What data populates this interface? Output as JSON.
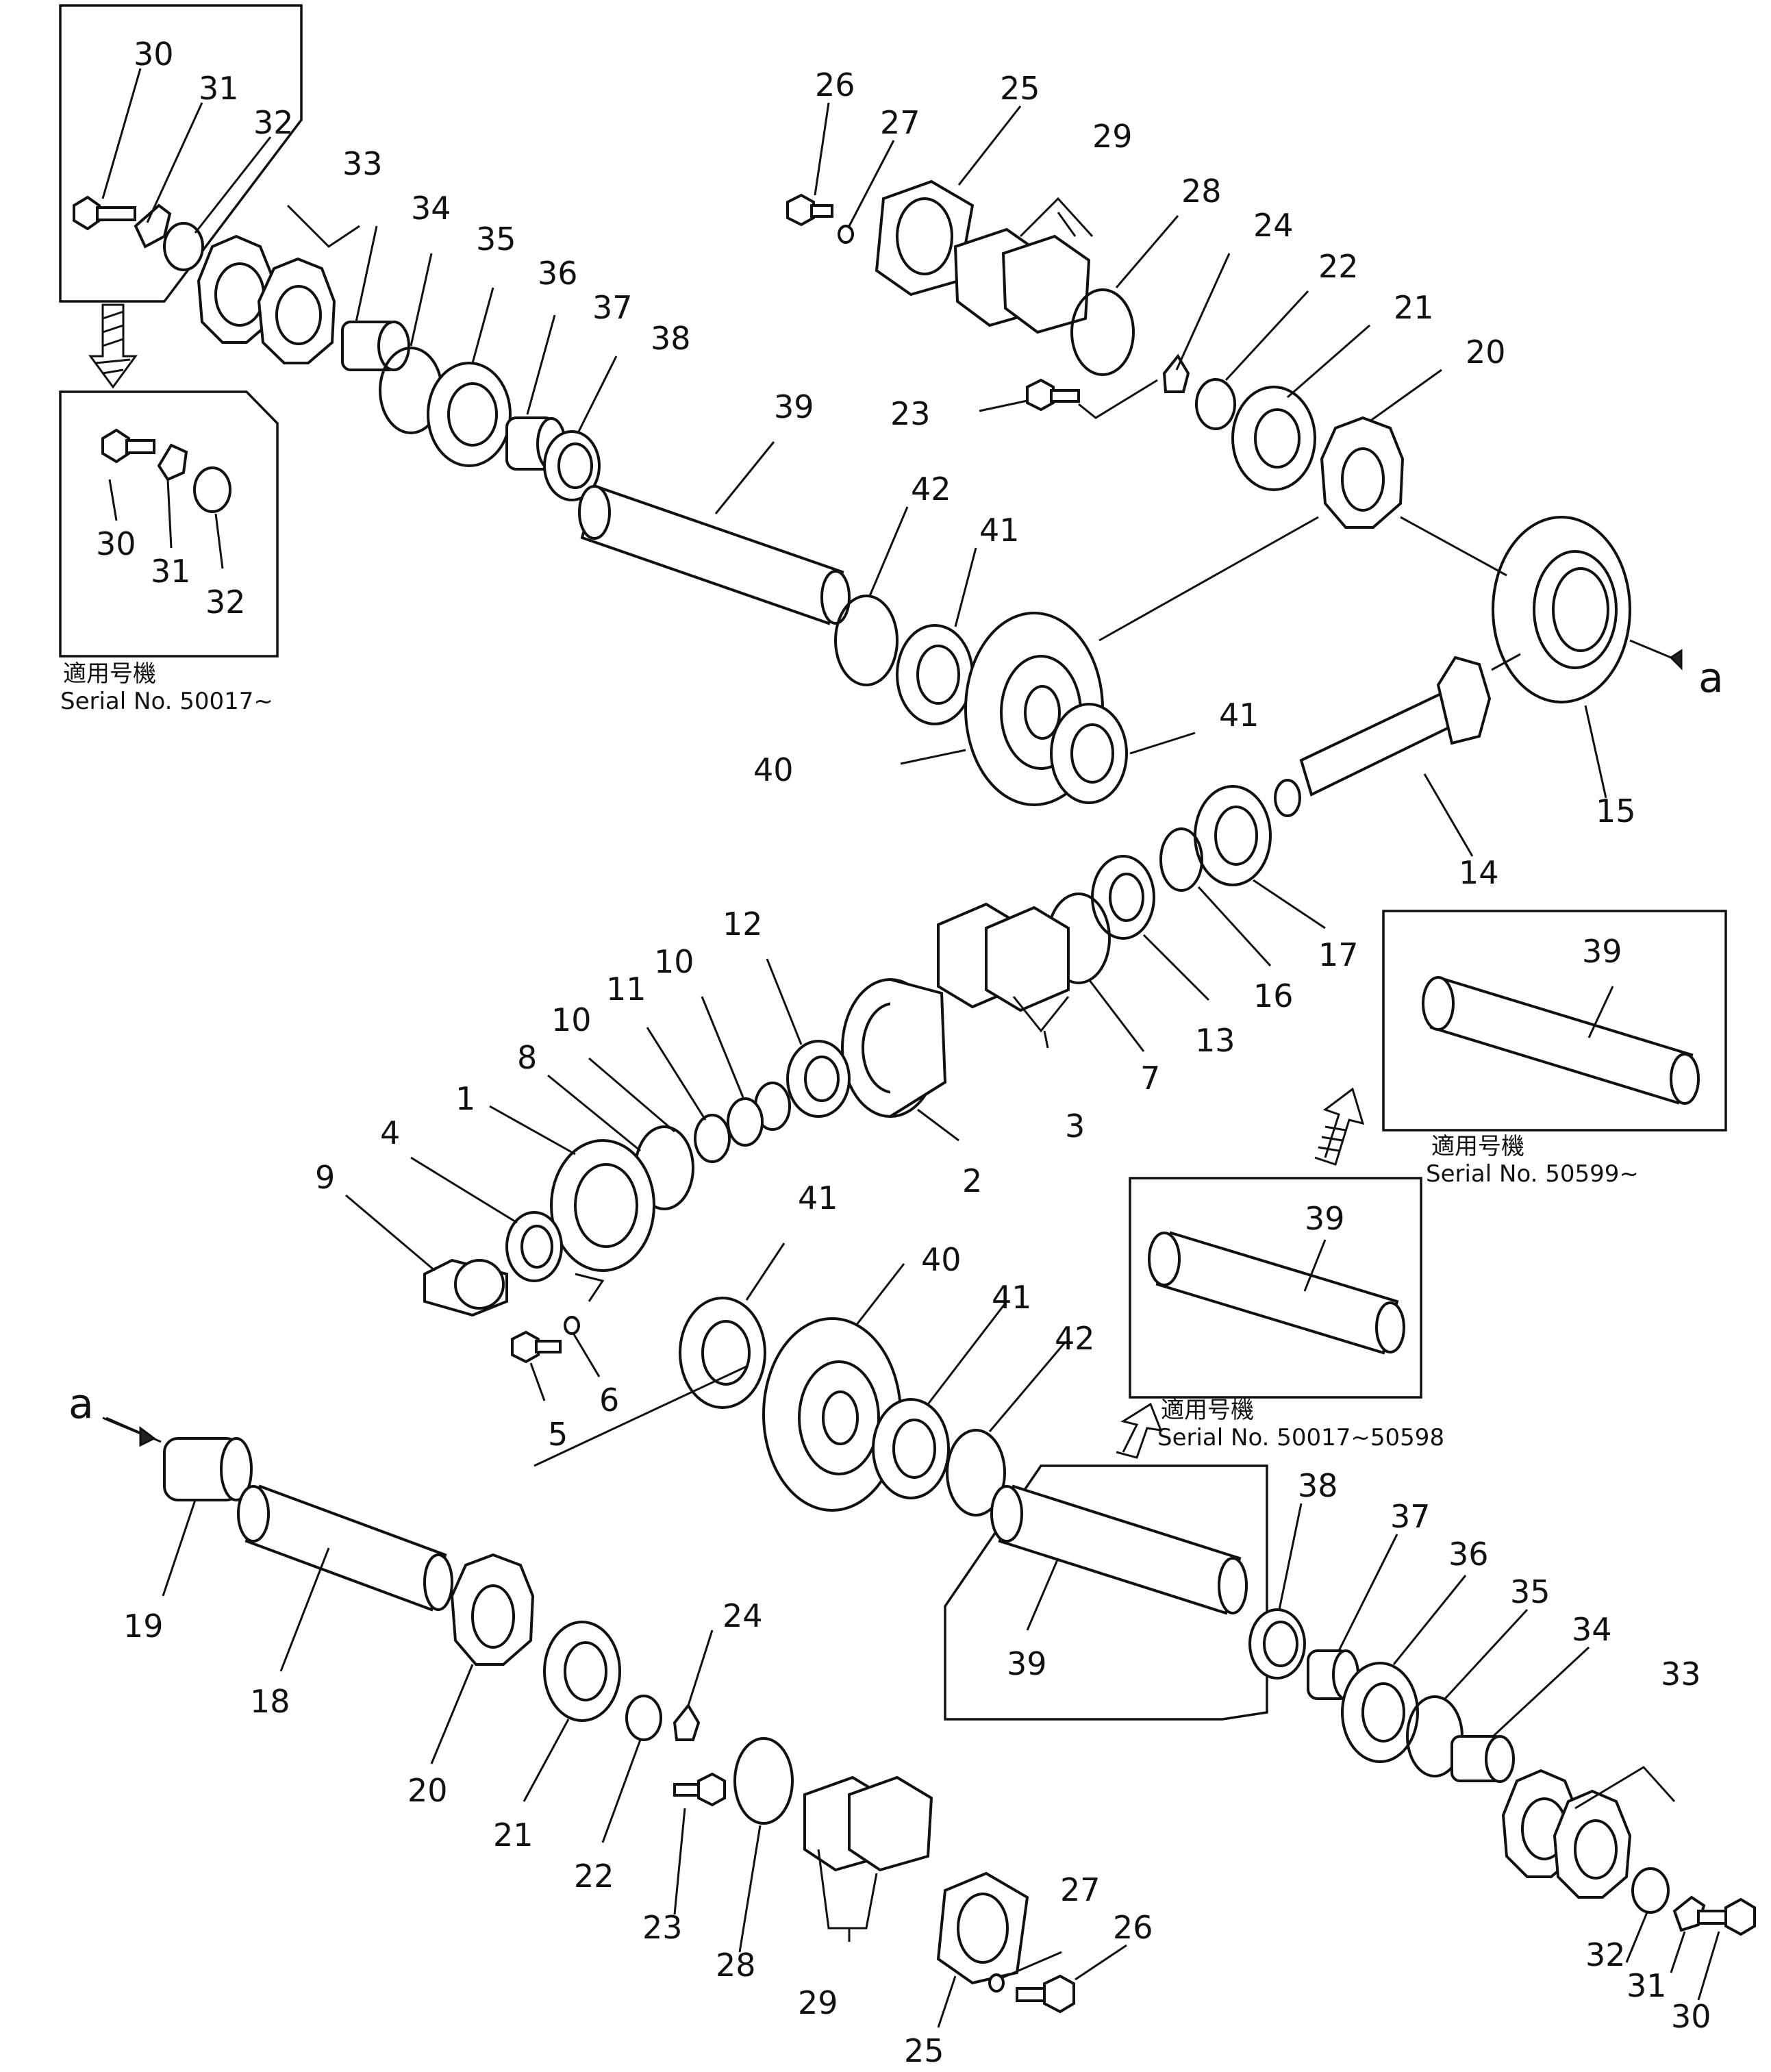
{
  "callouts": {
    "c1": "1",
    "c2": "2",
    "c3": "3",
    "c4": "4",
    "c5": "5",
    "c6": "6",
    "c7": "7",
    "c8": "8",
    "c9": "9",
    "c10a": "10",
    "c10b": "10",
    "c11": "11",
    "c12": "12",
    "c13": "13",
    "c14": "14",
    "c15": "15",
    "c16": "16",
    "c17": "17",
    "c18": "18",
    "c19": "19",
    "t20": "20",
    "t21": "21",
    "t22": "22",
    "t23": "23",
    "t24": "24",
    "t25": "25",
    "t26": "26",
    "t27": "27",
    "t28": "28",
    "t29": "29",
    "b20": "20",
    "b21": "21",
    "b22": "22",
    "b23": "23",
    "b24": "24",
    "b25": "25",
    "b26": "26",
    "b27": "27",
    "b28": "28",
    "b29": "29",
    "t30": "30",
    "t31": "31",
    "t32": "32",
    "t33": "33",
    "t34": "34",
    "t35": "35",
    "t36": "36",
    "t37": "37",
    "t38": "38",
    "t39": "39",
    "t40": "40",
    "t41a": "41",
    "t41b": "41",
    "t42": "42",
    "b30": "30",
    "b31": "31",
    "b32": "32",
    "b33": "33",
    "b34": "34",
    "b35": "35",
    "b36": "36",
    "b37": "37",
    "b38": "38",
    "b39": "39",
    "b40": "40",
    "b41a": "41",
    "b41b": "41",
    "b42": "42",
    "i30": "30",
    "i31": "31",
    "i32": "32",
    "ia39": "39",
    "ib39": "39"
  },
  "arrows": {
    "a_top": "a",
    "a_bottom": "a"
  },
  "insets": {
    "left_caption_jp": "適用号機",
    "left_serial": "Serial No. 50017~",
    "right_top_caption_jp": "適用号機",
    "right_top_serial": "Serial No. 50599~",
    "right_mid_caption_jp": "適用号機",
    "right_mid_serial": "Serial No. 50017~50598"
  }
}
